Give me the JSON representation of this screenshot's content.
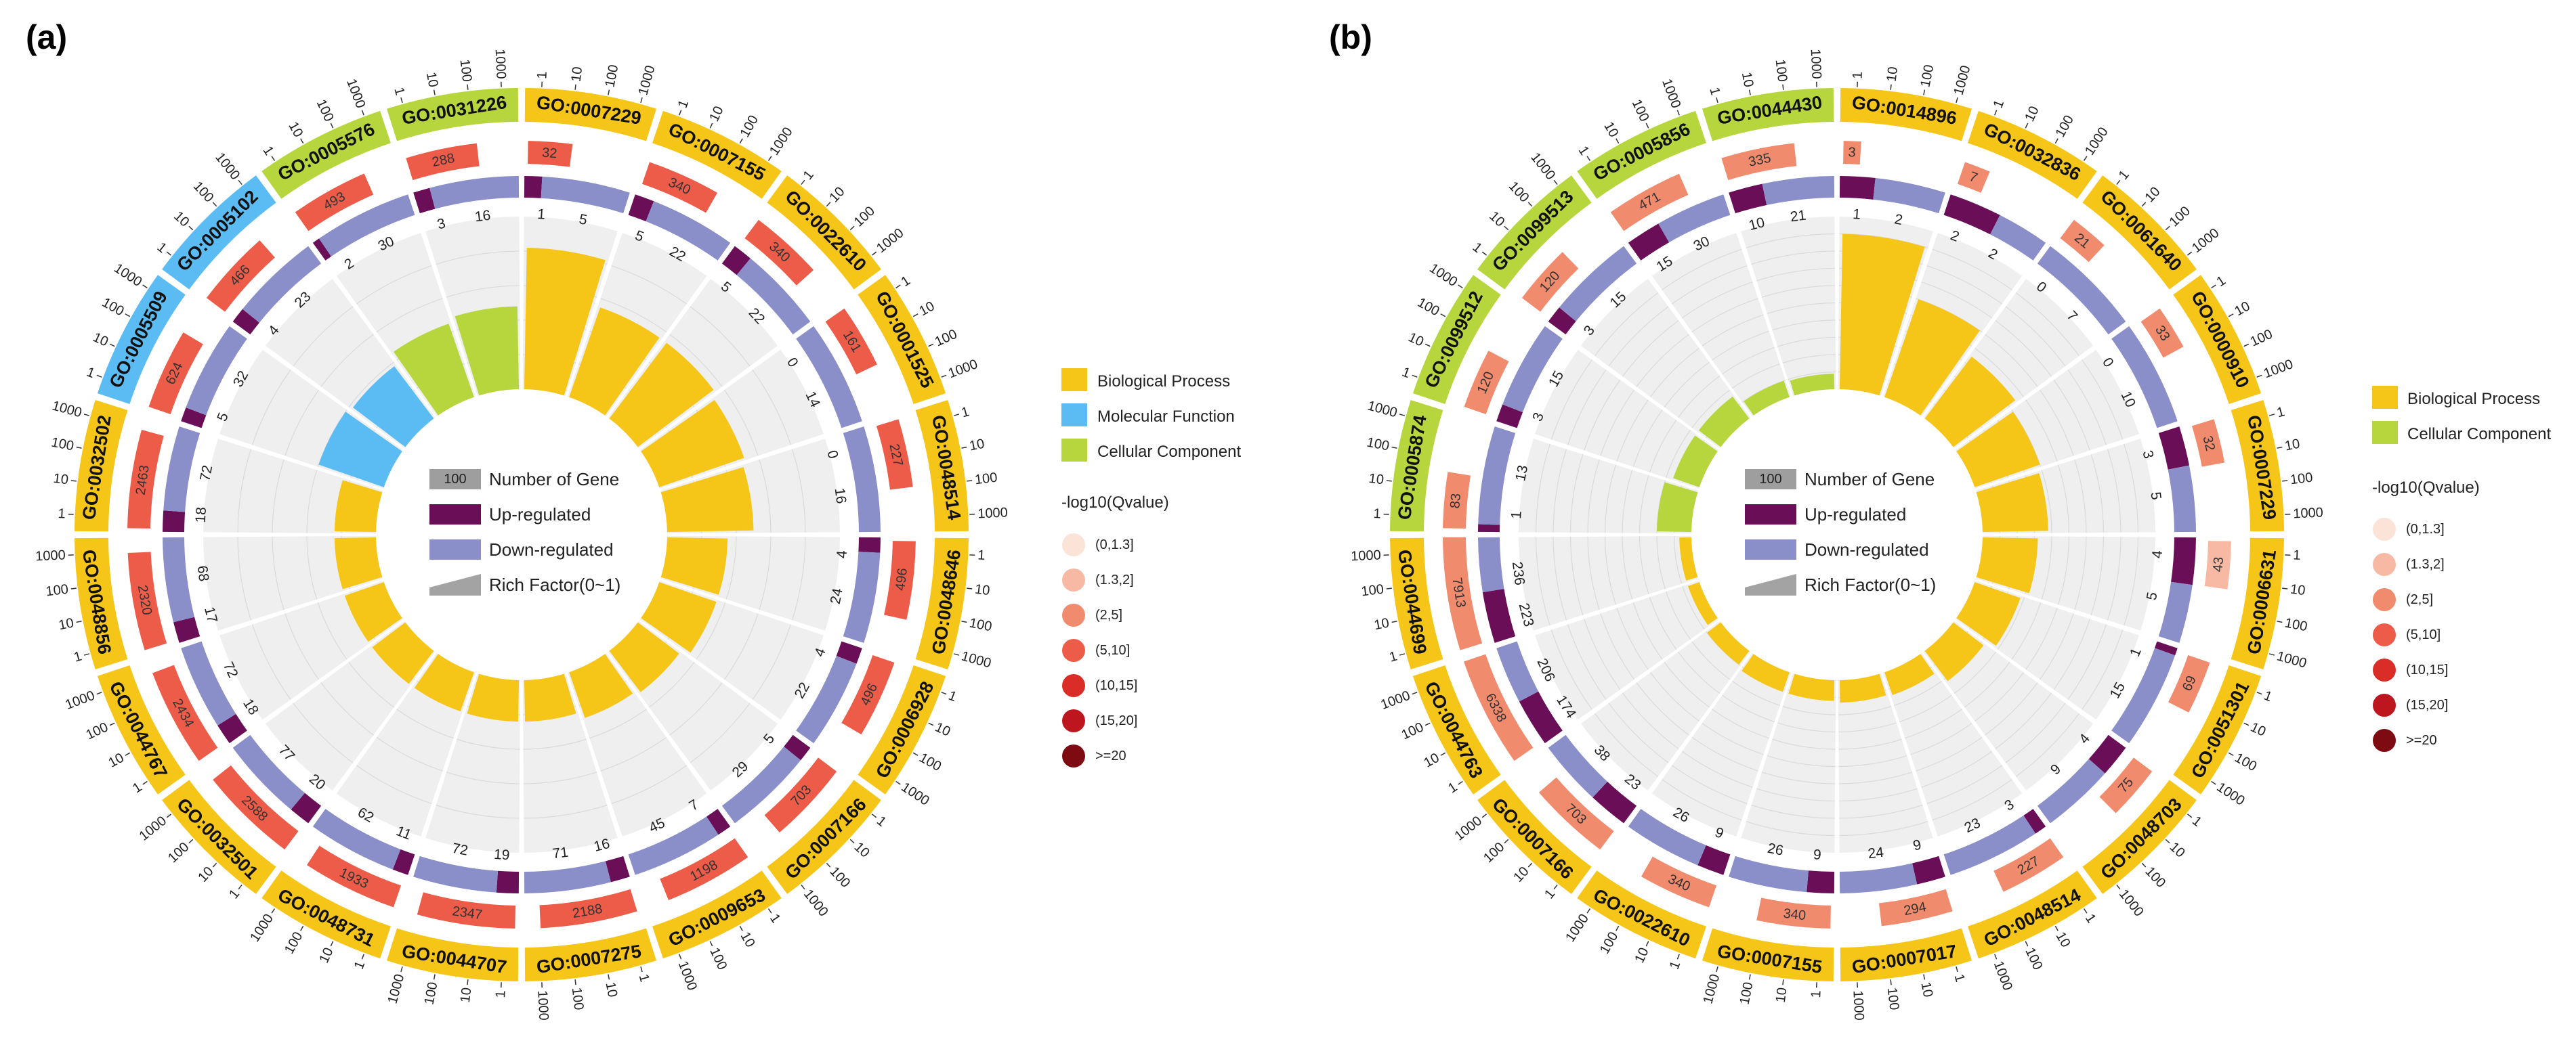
{
  "panels": [
    {
      "label": "(a)",
      "legend": {
        "categories": [
          {
            "name": "Biological Process",
            "color": "#F5C518"
          },
          {
            "name": "Molecular Function",
            "color": "#5BBCF3"
          },
          {
            "name": "Cellular Component",
            "color": "#B7D63D"
          }
        ]
      }
    },
    {
      "label": "(b)",
      "legend": {
        "categories": [
          {
            "name": "Biological Process",
            "color": "#F5C518"
          },
          {
            "name": "Cellular Component",
            "color": "#B7D63D"
          }
        ]
      }
    }
  ],
  "center_legend": {
    "box_value": "100",
    "items": [
      {
        "label": "Number of Gene",
        "color": "#9E9E9E"
      },
      {
        "label": "Up-regulated",
        "color": "#6A0F57"
      },
      {
        "label": "Down-regulated",
        "color": "#8A8FC9"
      },
      {
        "label": "Rich Factor(0~1)",
        "color": "#A3A3A3"
      }
    ]
  },
  "qvalue_legend": {
    "title": "-log10(Qvalue)",
    "items": [
      {
        "label": "(0,1.3]",
        "color": "#FBE3D8"
      },
      {
        "label": "(1.3,2]",
        "color": "#F7B9A3"
      },
      {
        "label": "(2,5]",
        "color": "#F18B6D"
      },
      {
        "label": "(5,10]",
        "color": "#EC5C48"
      },
      {
        "label": "(10,15]",
        "color": "#DB2D27"
      },
      {
        "label": "(15,20]",
        "color": "#BE161F"
      },
      {
        "label": ">=20",
        "color": "#7E0A12"
      }
    ]
  },
  "scale_ticks": [
    "1",
    "10",
    "100",
    "1000"
  ],
  "colors": {
    "bp": "#F5C518",
    "mf": "#5BBCF3",
    "cc": "#B7D63D",
    "up": "#6A0F57",
    "down": "#8A8FC9",
    "track_bg": "#EFEFEF"
  },
  "chart_data": [
    {
      "type": "circos",
      "panel": "(a)",
      "terms": [
        {
          "id": "GO:0007229",
          "cat": "bp",
          "num": "32",
          "q": 3,
          "up": "1",
          "down": "5",
          "rich": 0.82
        },
        {
          "id": "GO:0007155",
          "cat": "bp",
          "num": "340",
          "q": 3,
          "up": "5",
          "down": "22",
          "rich": 0.55
        },
        {
          "id": "GO:0022610",
          "cat": "bp",
          "num": "340",
          "q": 3,
          "up": "5",
          "down": "22",
          "rich": 0.55
        },
        {
          "id": "GO:0001525",
          "cat": "bp",
          "num": "161",
          "q": 3,
          "up": "0",
          "down": "14",
          "rich": 0.52
        },
        {
          "id": "GO:0048514",
          "cat": "bp",
          "num": "227",
          "q": 3,
          "up": "0",
          "down": "16",
          "rich": 0.5
        },
        {
          "id": "GO:0048646",
          "cat": "bp",
          "num": "496",
          "q": 3,
          "up": "4",
          "down": "24",
          "rich": 0.35
        },
        {
          "id": "GO:0006928",
          "cat": "bp",
          "num": "496",
          "q": 3,
          "up": "4",
          "down": "22",
          "rich": 0.35
        },
        {
          "id": "GO:0007166",
          "cat": "bp",
          "num": "703",
          "q": 3,
          "up": "5",
          "down": "29",
          "rich": 0.3
        },
        {
          "id": "GO:0009653",
          "cat": "bp",
          "num": "1198",
          "q": 3,
          "up": "7",
          "down": "45",
          "rich": 0.28
        },
        {
          "id": "GO:0007275",
          "cat": "bp",
          "num": "2188",
          "q": 3,
          "up": "16",
          "down": "71",
          "rich": 0.24
        },
        {
          "id": "GO:0044707",
          "cat": "bp",
          "num": "2347",
          "q": 3,
          "up": "19",
          "down": "72",
          "rich": 0.24
        },
        {
          "id": "GO:0048731",
          "cat": "bp",
          "num": "1933",
          "q": 3,
          "up": "11",
          "down": "62",
          "rich": 0.24
        },
        {
          "id": "GO:0032501",
          "cat": "bp",
          "num": "2588",
          "q": 3,
          "up": "20",
          "down": "77",
          "rich": 0.24
        },
        {
          "id": "GO:0044767",
          "cat": "bp",
          "num": "2434",
          "q": 3,
          "up": "18",
          "down": "72",
          "rich": 0.24
        },
        {
          "id": "GO:0048856",
          "cat": "bp",
          "num": "2320",
          "q": 3,
          "up": "17",
          "down": "68",
          "rich": 0.24
        },
        {
          "id": "GO:0032502",
          "cat": "bp",
          "num": "2463",
          "q": 3,
          "up": "18",
          "down": "72",
          "rich": 0.24
        },
        {
          "id": "GO:0005509",
          "cat": "mf",
          "num": "624",
          "q": 3,
          "up": "5",
          "down": "32",
          "rich": 0.4
        },
        {
          "id": "GO:0005102",
          "cat": "mf",
          "num": "466",
          "q": 3,
          "up": "4",
          "down": "23",
          "rich": 0.38
        },
        {
          "id": "GO:0005576",
          "cat": "cc",
          "num": "493",
          "q": 3,
          "up": "2",
          "down": "30",
          "rich": 0.45
        },
        {
          "id": "GO:0031226",
          "cat": "cc",
          "num": "288",
          "q": 3,
          "up": "3",
          "down": "16",
          "rich": 0.48
        }
      ]
    },
    {
      "type": "circos",
      "panel": "(b)",
      "terms": [
        {
          "id": "GO:0014896",
          "cat": "bp",
          "num": "3",
          "q": 2,
          "up": "1",
          "down": "2",
          "rich": 0.9
        },
        {
          "id": "GO:0032836",
          "cat": "bp",
          "num": "7",
          "q": 2,
          "up": "2",
          "down": "2",
          "rich": 0.6
        },
        {
          "id": "GO:0061640",
          "cat": "bp",
          "num": "21",
          "q": 2,
          "up": "0",
          "down": "7",
          "rich": 0.45
        },
        {
          "id": "GO:0000910",
          "cat": "bp",
          "num": "33",
          "q": 2,
          "up": "0",
          "down": "10",
          "rich": 0.4
        },
        {
          "id": "GO:0007229",
          "cat": "bp",
          "num": "32",
          "q": 2,
          "up": "3",
          "down": "5",
          "rich": 0.38
        },
        {
          "id": "GO:0006631",
          "cat": "bp",
          "num": "43",
          "q": 1,
          "up": "4",
          "down": "5",
          "rich": 0.32
        },
        {
          "id": "GO:0051301",
          "cat": "bp",
          "num": "69",
          "q": 2,
          "up": "1",
          "down": "15",
          "rich": 0.28
        },
        {
          "id": "GO:0048703",
          "cat": "bp",
          "num": "75",
          "q": 2,
          "up": "4",
          "down": "9",
          "rich": 0.22
        },
        {
          "id": "GO:0048514",
          "cat": "bp",
          "num": "227",
          "q": 2,
          "up": "3",
          "down": "23",
          "rich": 0.14
        },
        {
          "id": "GO:0007017",
          "cat": "bp",
          "num": "294",
          "q": 2,
          "up": "9",
          "down": "24",
          "rich": 0.13
        },
        {
          "id": "GO:0007155",
          "cat": "bp",
          "num": "340",
          "q": 2,
          "up": "9",
          "down": "26",
          "rich": 0.12
        },
        {
          "id": "GO:0022610",
          "cat": "bp",
          "num": "340",
          "q": 2,
          "up": "9",
          "down": "26",
          "rich": 0.12
        },
        {
          "id": "GO:0007166",
          "cat": "bp",
          "num": "703",
          "q": 2,
          "up": "23",
          "down": "38",
          "rich": 0.1
        },
        {
          "id": "GO:0044763",
          "cat": "bp",
          "num": "6338",
          "q": 2,
          "up": "174",
          "down": "206",
          "rich": 0.07
        },
        {
          "id": "GO:0044699",
          "cat": "bp",
          "num": "7913",
          "q": 2,
          "up": "223",
          "down": "236",
          "rich": 0.07
        },
        {
          "id": "GO:0005874",
          "cat": "cc",
          "num": "83",
          "q": 2,
          "up": "1",
          "down": "13",
          "rich": 0.2
        },
        {
          "id": "GO:0099512",
          "cat": "cc",
          "num": "120",
          "q": 2,
          "up": "3",
          "down": "15",
          "rich": 0.16
        },
        {
          "id": "GO:0099513",
          "cat": "cc",
          "num": "120",
          "q": 2,
          "up": "3",
          "down": "15",
          "rich": 0.16
        },
        {
          "id": "GO:0005856",
          "cat": "cc",
          "num": "471",
          "q": 2,
          "up": "15",
          "down": "30",
          "rich": 0.1
        },
        {
          "id": "GO:0044430",
          "cat": "cc",
          "num": "335",
          "q": 2,
          "up": "10",
          "down": "21",
          "rich": 0.09
        }
      ]
    }
  ]
}
